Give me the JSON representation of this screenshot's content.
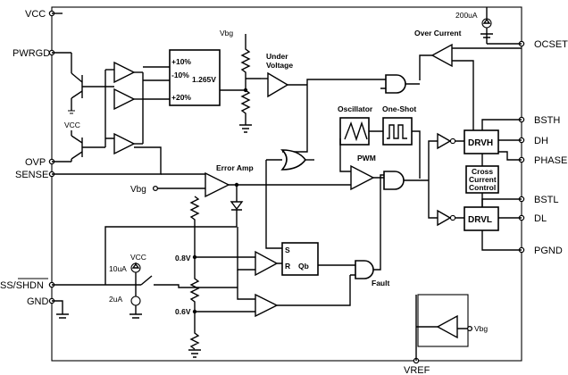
{
  "pins_left": {
    "vcc": "VCC",
    "pwrgd": "PWRGD",
    "ovp": "OVP",
    "sense": "SENSE",
    "ss_shdn": "SS/SHDN",
    "gnd": "GND"
  },
  "pins_right": {
    "ocset": "OCSET",
    "bsth": "BSTH",
    "dh": "DH",
    "phase": "PHASE",
    "bstl": "BSTL",
    "dl": "DL",
    "pgnd": "PGND"
  },
  "pin_bottom": {
    "vref": "VREF"
  },
  "blocks": {
    "under_voltage_l1": "Under",
    "under_voltage_l2": "Voltage",
    "over_current": "Over Current",
    "oscillator": "Oscillator",
    "one_shot": "One-Shot",
    "pwm": "PWM",
    "error_amp": "Error Amp",
    "drvh": "DRVH",
    "drvl": "DRVL",
    "cross_l1": "Cross",
    "cross_l2": "Current",
    "cross_l3": "Control",
    "fault": "Fault",
    "latch_s": "S",
    "latch_r": "R",
    "latch_qb": "Qb"
  },
  "window_ref": {
    "p10": "+10%",
    "m10": "-10%",
    "p20": "+20%",
    "v1265": "1.265V"
  },
  "labels": {
    "vbg_top": "Vbg",
    "vbg_err": "Vbg",
    "vbg_vref": "Vbg",
    "vcc_ovp": "VCC",
    "vcc_ss": "VCC",
    "i200": "200uA",
    "i10": "10uA",
    "i2": "2uA",
    "v08": "0.8V",
    "v06": "0.6V"
  }
}
